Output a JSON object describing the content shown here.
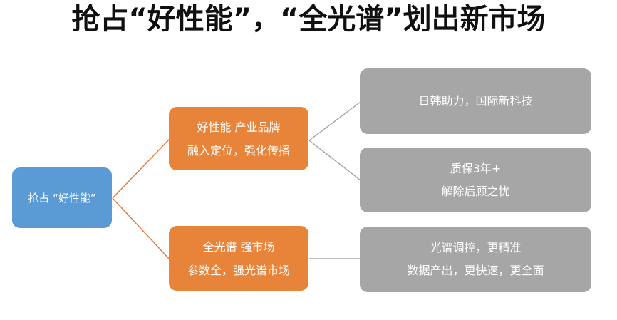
{
  "title": "抢占“好性能”，“全光谱”划出新市场",
  "colors": {
    "root": "#5B9BD5",
    "branch": "#E8843A",
    "leaf": "#A6A6A6",
    "node_text": "#FFFFFF",
    "title_text": "#101010",
    "branch_connector": "#E8743B",
    "leaf_connector": "#9A9A9A",
    "background": "#FFFFFF",
    "rule": "#000000"
  },
  "root": {
    "lines": [
      "抢占 “好性能”"
    ]
  },
  "branches": [
    {
      "name": "branch-performance",
      "lines": [
        "好性能  产业品牌",
        "融入定位，强化传播"
      ],
      "leaves": [
        {
          "name": "leaf-intl-tech",
          "lines": [
            "日韩助力，国际新科技"
          ]
        },
        {
          "name": "leaf-warranty",
          "lines": [
            "质保3年+",
            "解除后顾之忧"
          ]
        }
      ]
    },
    {
      "name": "branch-spectrum",
      "lines": [
        "全光谱  强市场",
        "参数全，强光谱市场"
      ],
      "leaves": [
        {
          "name": "leaf-spectrum-control",
          "lines": [
            "光谱调控，更精准",
            "数据产出，更快速，更全面"
          ]
        }
      ]
    }
  ]
}
